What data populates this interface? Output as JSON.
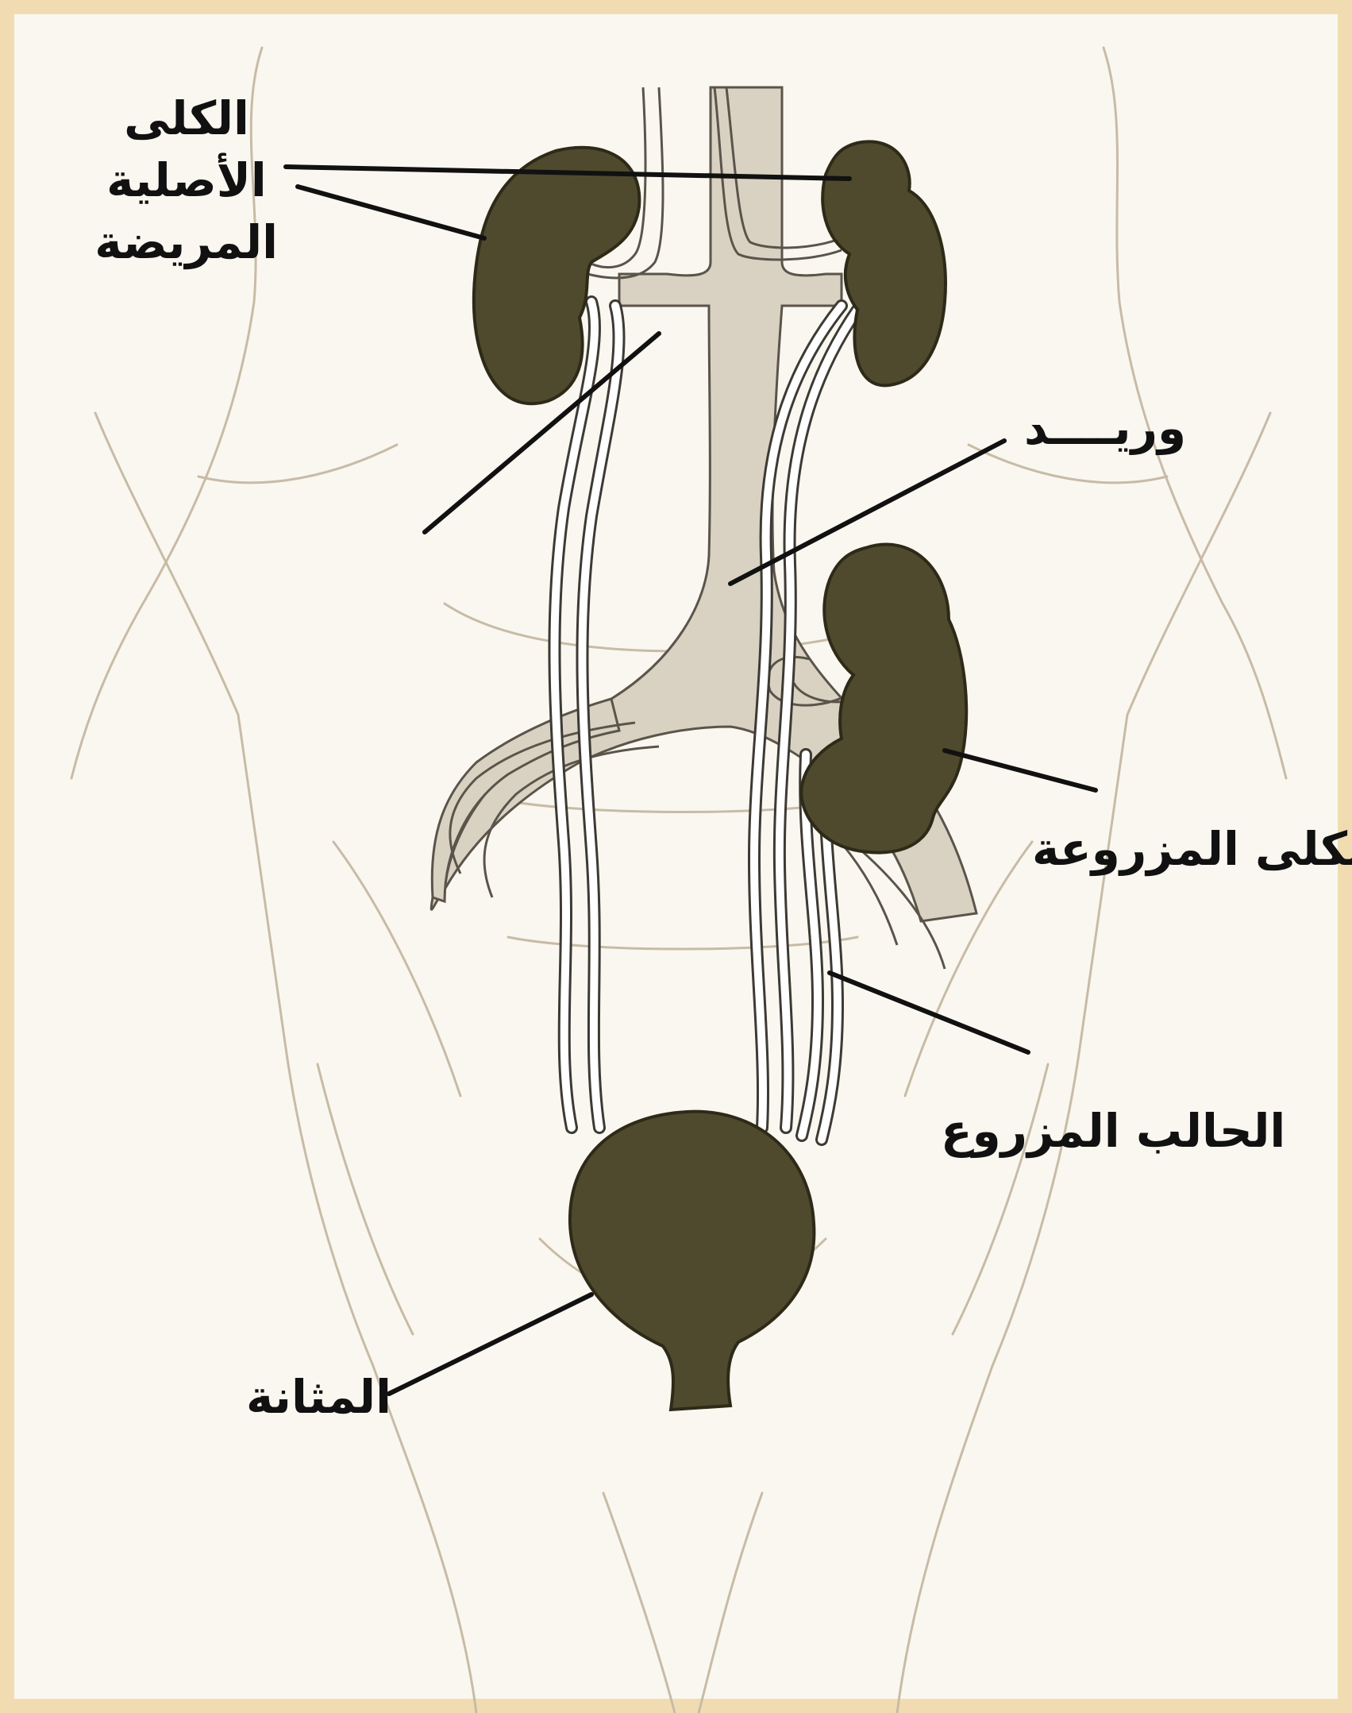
{
  "labels": {
    "original_kidneys": "الكلى\nالأصلية\nالمريضة",
    "vein": "وريــــد",
    "transplanted_kidney": "الكلى المزروعة",
    "transplanted_ureter": "الحالب المزروع",
    "bladder": "المثانة"
  },
  "colors": {
    "organ_fill": "#4f4a2d",
    "organ_outline": "#2e2a18",
    "vessel_fill": "#d9d1c2",
    "body_sketch": "#c8bba6",
    "leader_line": "#111111",
    "background": "#faf7f0"
  }
}
